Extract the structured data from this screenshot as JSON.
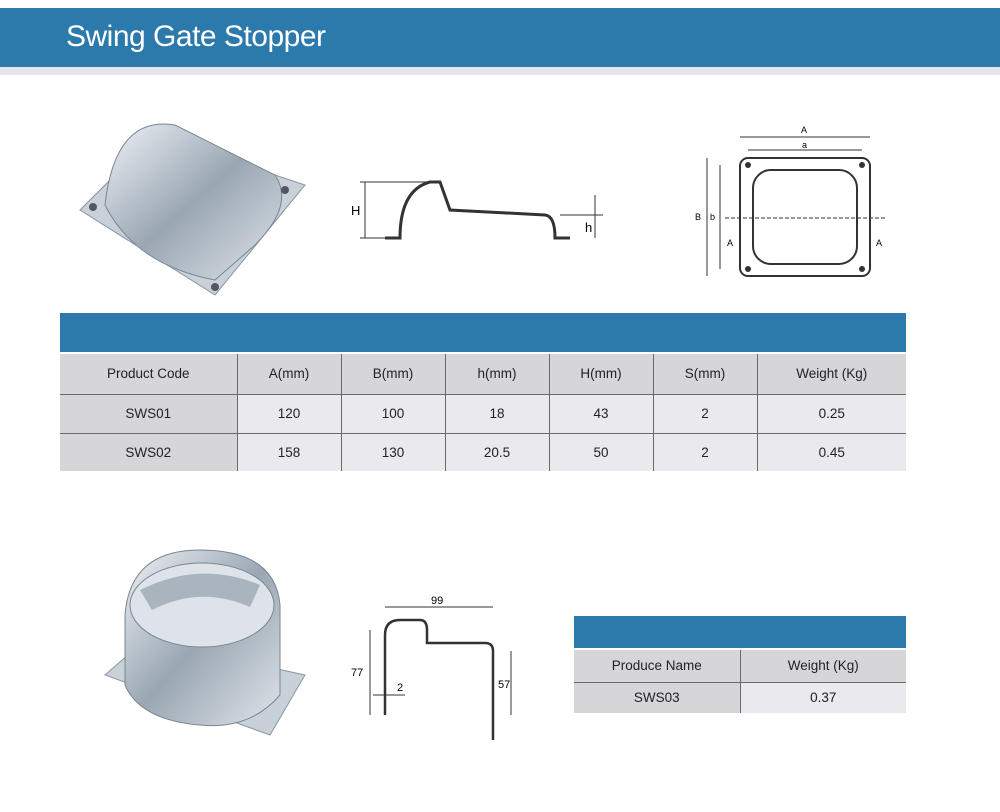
{
  "title": "Swing Gate Stopper",
  "table1": {
    "headers": [
      "Product Code",
      "A(mm)",
      "B(mm)",
      "h(mm)",
      "H(mm)",
      "S(mm)",
      "Weight (Kg)"
    ],
    "rows": [
      [
        "SWS01",
        "120",
        "100",
        "18",
        "43",
        "2",
        "0.25"
      ],
      [
        "SWS02",
        "158",
        "130",
        "20.5",
        "50",
        "2",
        "0.45"
      ]
    ]
  },
  "drawing1": {
    "labels": {
      "H": "H",
      "h": "h"
    }
  },
  "drawing2": {
    "labels": {
      "A": "A",
      "a": "a",
      "B": "B",
      "b": "b",
      "sectionA": "A"
    }
  },
  "drawing3": {
    "labels": {
      "w": "99",
      "h1": "77",
      "h2": "57",
      "t": "2"
    }
  },
  "table2": {
    "headers": [
      "Produce Name",
      "Weight (Kg)"
    ],
    "rows": [
      [
        "SWS03",
        "0.37"
      ]
    ]
  }
}
